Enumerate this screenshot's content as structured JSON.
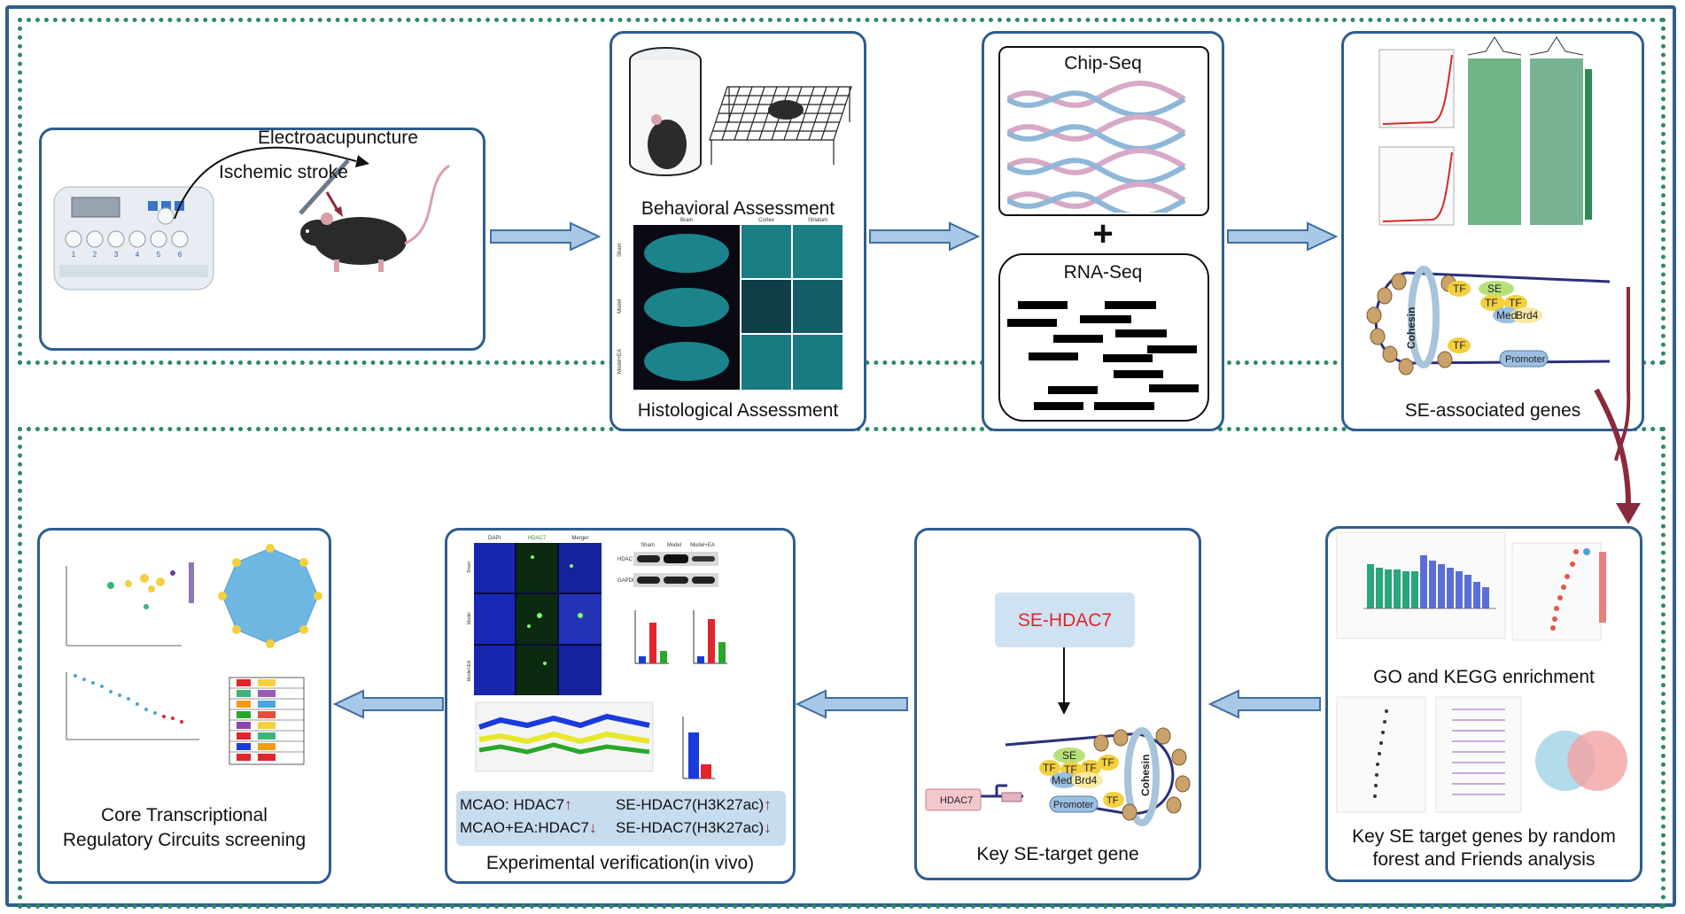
{
  "panel1": {
    "label_ea": "Electroacupuncture",
    "label_is": "Ischemic stroke",
    "device_buttons": [
      "1",
      "2",
      "3",
      "4",
      "5",
      "6"
    ]
  },
  "panel2": {
    "caption_behavior": "Behavioral Assessment",
    "caption_histology": "Histological  Assessment",
    "col_headers": [
      "Brain",
      "Cortex",
      "Striatum"
    ],
    "row_labels": [
      "Sham",
      "Model",
      "Model+EA"
    ]
  },
  "panel3": {
    "chip": "Chip-Seq",
    "plus": "+",
    "rna": "RNA-Seq"
  },
  "panel4": {
    "caption": "SE-associated genes",
    "cohesin": "Cohesin",
    "tf": "TF",
    "se": "SE",
    "med": "Med",
    "brd4": "Brd4",
    "promoter": "Promoter"
  },
  "panel5": {
    "caption": "GO and KEGG enrichment",
    "caption2_line1": "Key SE target genes by random",
    "caption2_line2": "forest and Friends analysis"
  },
  "panel6": {
    "target": "SE-HDAC7",
    "caption": "Key SE-target gene",
    "hdac7": "HDAC7",
    "promoter": "Promoter",
    "cohesin": "Cohesin",
    "tf": "TF",
    "se": "SE",
    "med": "Med",
    "brd4": "Brd4"
  },
  "panel7": {
    "caption": "Experimental verification(in vivo)",
    "l1a": "MCAO: HDAC7",
    "l1b": "SE-HDAC7(H3K27ac)",
    "l2a": "MCAO+EA:HDAC7",
    "l2b": "SE-HDAC7(H3K27ac)",
    "if_headers": [
      "DAPI",
      "HDAC7",
      "Merger"
    ],
    "if_rows": [
      "Sham",
      "Model",
      "Model+EA"
    ],
    "wb_headers": [
      "Sham",
      "Model",
      "Model+EA"
    ],
    "wb_rows": [
      "HDAC7",
      "GAPDH"
    ]
  },
  "panel8": {
    "caption_line1": "Core Transcriptional",
    "caption_line2": "Regulatory Circuits screening"
  },
  "colors": {
    "frame": "#2f5e8e",
    "dotted": "#2e8a63",
    "arrow_fill": "#a9c8e8",
    "arrow_stroke": "#3f6f9f",
    "maroon": "#8a2a3c",
    "se_red": "#e0262b"
  }
}
